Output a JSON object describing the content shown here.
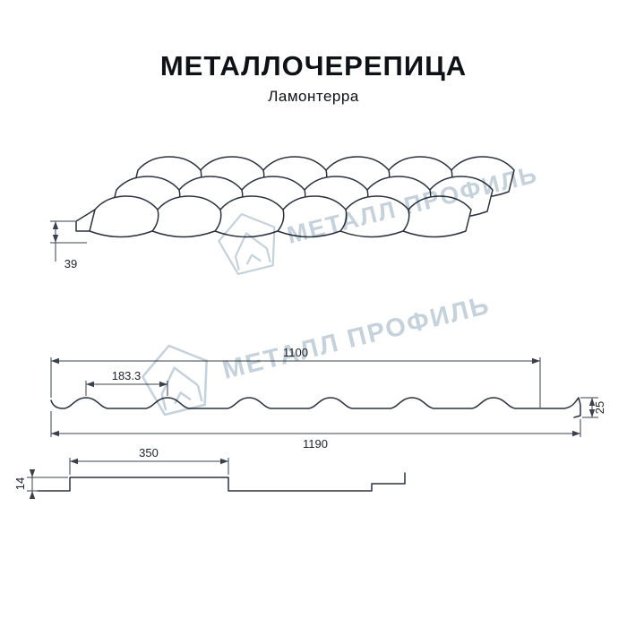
{
  "title": "МЕТАЛЛОЧЕРЕПИЦА",
  "subtitle": "Ламонтерра",
  "watermark": {
    "brand": "МЕТАЛЛ ПРОФИЛЬ",
    "color": "#c6d2db"
  },
  "perspective_view": {
    "edge_height_mm": "39"
  },
  "cross_section": {
    "cover_width_mm": "1100",
    "wave_step_mm": "183.3",
    "profile_height_mm": "25",
    "full_width_mm": "1190"
  },
  "longitudinal_section": {
    "module_length_mm": "350",
    "step_height_mm": "14"
  }
}
